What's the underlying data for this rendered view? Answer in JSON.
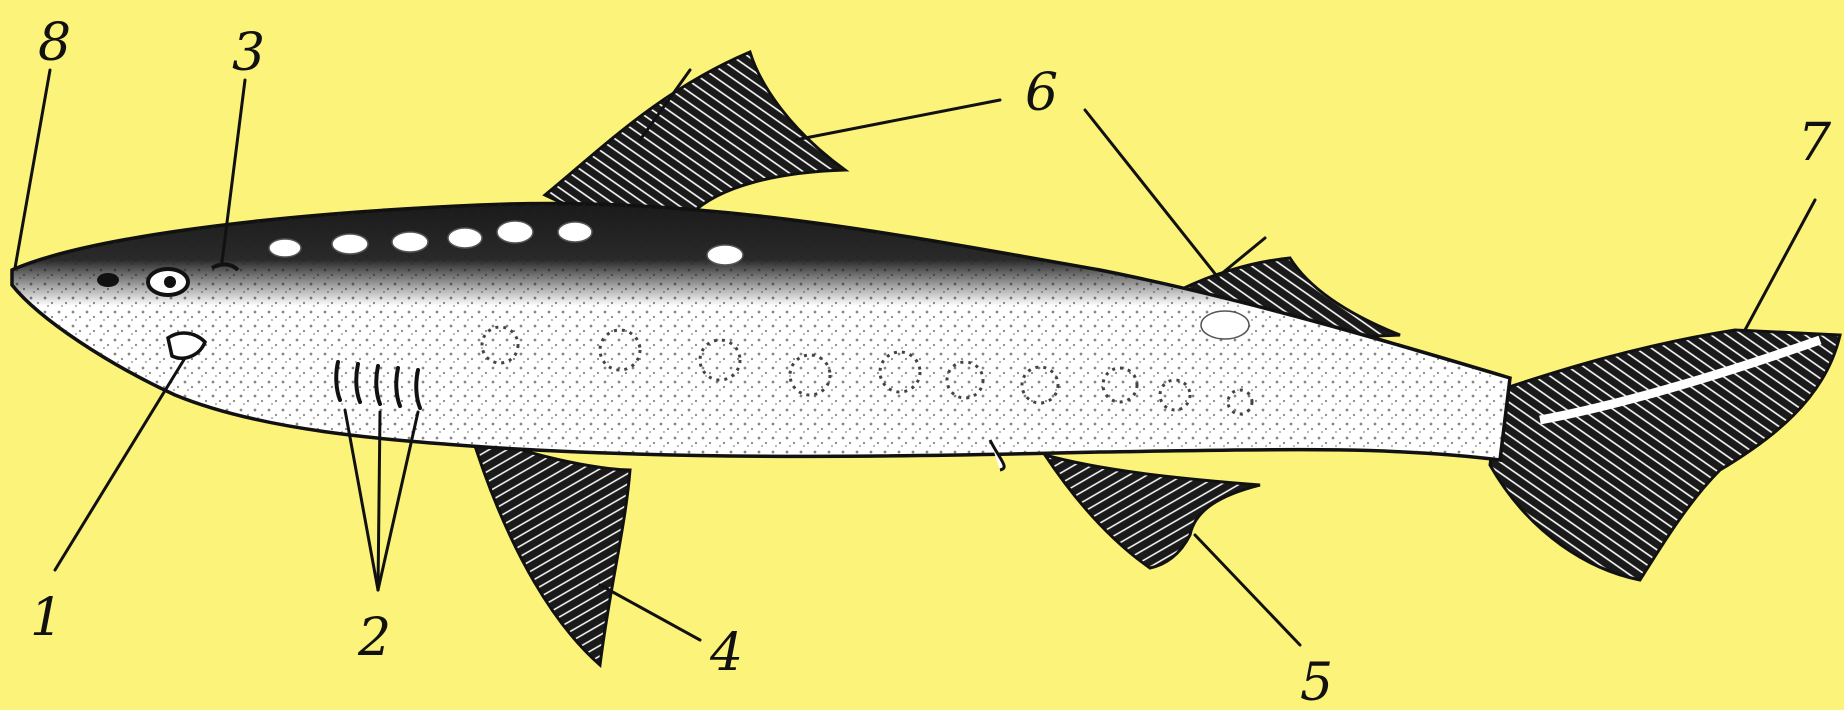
{
  "diagram": {
    "background_color": "#fbf37a",
    "ink_color": "#111111",
    "body_color": "#ffffff",
    "labels": [
      {
        "id": "label-1",
        "text": "1"
      },
      {
        "id": "label-2",
        "text": "2"
      },
      {
        "id": "label-3",
        "text": "3"
      },
      {
        "id": "label-4",
        "text": "4"
      },
      {
        "id": "label-5",
        "text": "5"
      },
      {
        "id": "label-6",
        "text": "6"
      },
      {
        "id": "label-7",
        "text": "7"
      },
      {
        "id": "label-8",
        "text": "8"
      }
    ]
  }
}
